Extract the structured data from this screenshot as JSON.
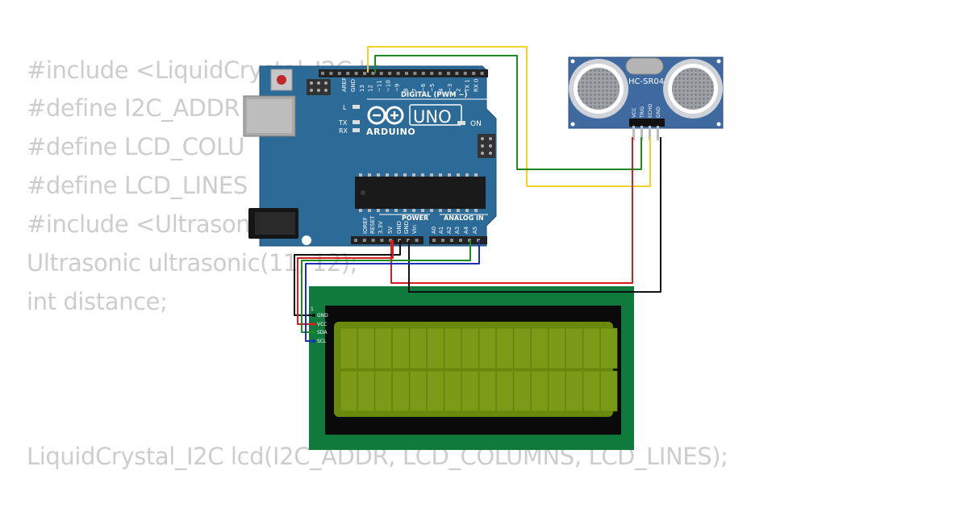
{
  "code_lines": [
    "#include <LiquidCrystal_I2C.h>",
    "#define I2C_ADDR",
    "#define LCD_COLU",
    "#define LCD_LINES",
    "#include <Ultrason",
    "Ultrasonic ultrasonic(11, 12);",
    "int distance;",
    "LiquidCrystal_I2C lcd(I2C_ADDR, LCD_COLUMNS, LCD_LINES);"
  ],
  "arduino": {
    "digital_label": "DIGITAL (PWM ~)",
    "brand": "ARDUINO",
    "model": "UNO",
    "on_label": "ON",
    "l_label": "L",
    "tx_label": "TX",
    "rx_label": "RX",
    "power_label": "POWER",
    "analog_label": "ANALOG IN",
    "top_pins": [
      "AREF",
      "GND",
      "13",
      "12",
      "~11",
      "~10",
      "~9",
      "8",
      "7",
      "~6",
      "~5",
      "4",
      "~3",
      "2",
      "TX 1",
      "RX 0"
    ],
    "bottom_pins": [
      "IOREF",
      "RESET",
      "3.3V",
      "5V",
      "GND",
      "GND",
      "Vin",
      "A0",
      "A1",
      "A2",
      "A3",
      "A4",
      "A5"
    ]
  },
  "sensor": {
    "title": "HC-SR04",
    "pins": [
      "VCC",
      "TRIG",
      "ECHO",
      "GND"
    ]
  },
  "lcd": {
    "pin1": "1",
    "pins": [
      "GND",
      "VCC",
      "SDA",
      "SCL"
    ]
  },
  "colors": {
    "board": "#2c6a97",
    "board_dark": "#1f5379",
    "lcd_pcb": "#0f7a3c",
    "lcd_glass": "#6a8a0e",
    "wire_red": "#d51f1f",
    "wire_black": "#111111",
    "wire_green": "#1f8a1f",
    "wire_yellow": "#f3d426",
    "wire_blue": "#1a2fb8",
    "code_text": "#cdcdcd"
  }
}
